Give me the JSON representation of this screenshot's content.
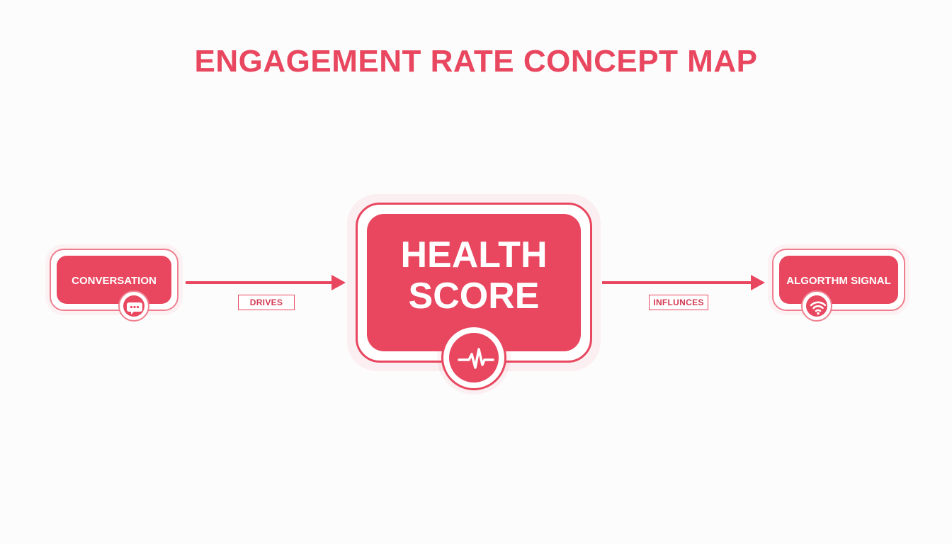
{
  "title": "ENGAGEMENT RATE CONCEPT MAP",
  "nodes": {
    "left": {
      "label": "CONVERSATION",
      "icon": "speech-bubble-icon"
    },
    "center": {
      "line1": "HEALTH",
      "line2": "SCORE",
      "icon": "heartbeat-icon"
    },
    "right": {
      "label": "ALGORTHM SIGNAL",
      "icon": "wifi-signal-icon"
    }
  },
  "edges": [
    {
      "from": "left",
      "to": "center",
      "label": "DRIVES"
    },
    {
      "from": "center",
      "to": "right",
      "label": "INFLUNCES"
    }
  ],
  "colors": {
    "accent": "#e8475f",
    "accent_light": "#ef7f8f",
    "background": "#fdfcfc"
  }
}
